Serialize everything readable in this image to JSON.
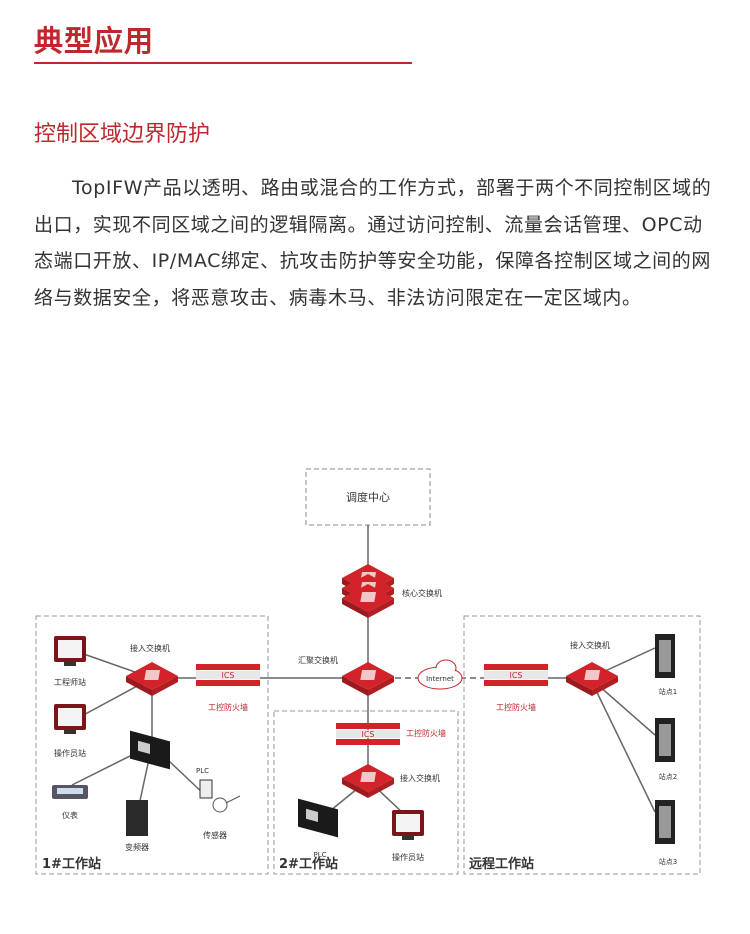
{
  "heading": "典型应用",
  "subheading": "控制区域边界防护",
  "paragraph": "TopIFW产品以透明、路由或混合的工作方式，部署于两个不同控制区域的出口，实现不同区域之间的逻辑隔离。通过访问控制、流量会话管理、OPC动态端口开放、IP/MAC绑定、抗攻击防护等安全功能，保障各控制区域之间的网络与数据安全，将恶意攻击、病毒木马、非法访问限定在一定区域内。",
  "colors": {
    "accent": "#c0272d",
    "text": "#333333"
  },
  "diagram": {
    "dispatch": "调度中心",
    "core_switch": "核心交换机",
    "aggregation_switch": "汇聚交换机",
    "internet": "Internet",
    "ics": "ICS",
    "firewall": "工控防火墙",
    "access_switch": "接入交换机",
    "zone1": {
      "title": "1#工作站",
      "engineer": "工程师站",
      "operator": "操作员站",
      "meter": "仪表",
      "inverter": "变频器",
      "plc": "PLC",
      "sensor": "传感器"
    },
    "zone2": {
      "title": "2#工作站",
      "plc": "PLC",
      "operator": "操作员站"
    },
    "zone3": {
      "title": "远程工作站",
      "site1": "站点1",
      "site2": "站点2",
      "site3": "站点3"
    }
  }
}
